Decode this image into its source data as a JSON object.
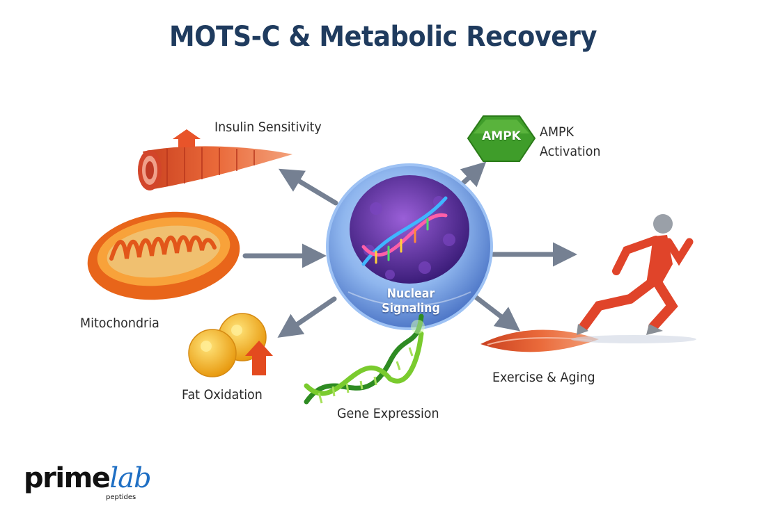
{
  "title": "MOTS-C & Metabolic Recovery",
  "center": {
    "label": "Nuclear Signaling",
    "icon": "cell-nucleus-dna-icon"
  },
  "nodes": {
    "insulin": {
      "label": "Insulin Sensitivity",
      "icon": "muscle-fiber-up-arrow-icon"
    },
    "ampk": {
      "badge": "AMPK",
      "label_line1": "AMPK",
      "label_line2": "Activation",
      "icon": "green-hexagon-icon"
    },
    "mitochondria": {
      "label": "Mitochondria",
      "icon": "mitochondria-icon"
    },
    "fat": {
      "label": "Fat Oxidation",
      "icon": "fat-cells-up-arrow-icon"
    },
    "gene": {
      "label": "Gene Expression",
      "icon": "dna-helix-icon"
    },
    "exercise": {
      "label": "Exercise & Aging",
      "icon": "muscle-icon"
    },
    "runner": {
      "icon": "running-person-icon"
    }
  },
  "logo": {
    "main": "prime",
    "accent": "lab",
    "sub": "peptides"
  },
  "colors": {
    "title": "#1f3b5e",
    "arrow": "#5d6b80",
    "muscle": "#e0522a",
    "mitochondria": "#f07a1e",
    "ampk_green": "#3f9d2a",
    "nucleus": "#6a3aa8",
    "logo_accent": "#1f6fc4"
  }
}
